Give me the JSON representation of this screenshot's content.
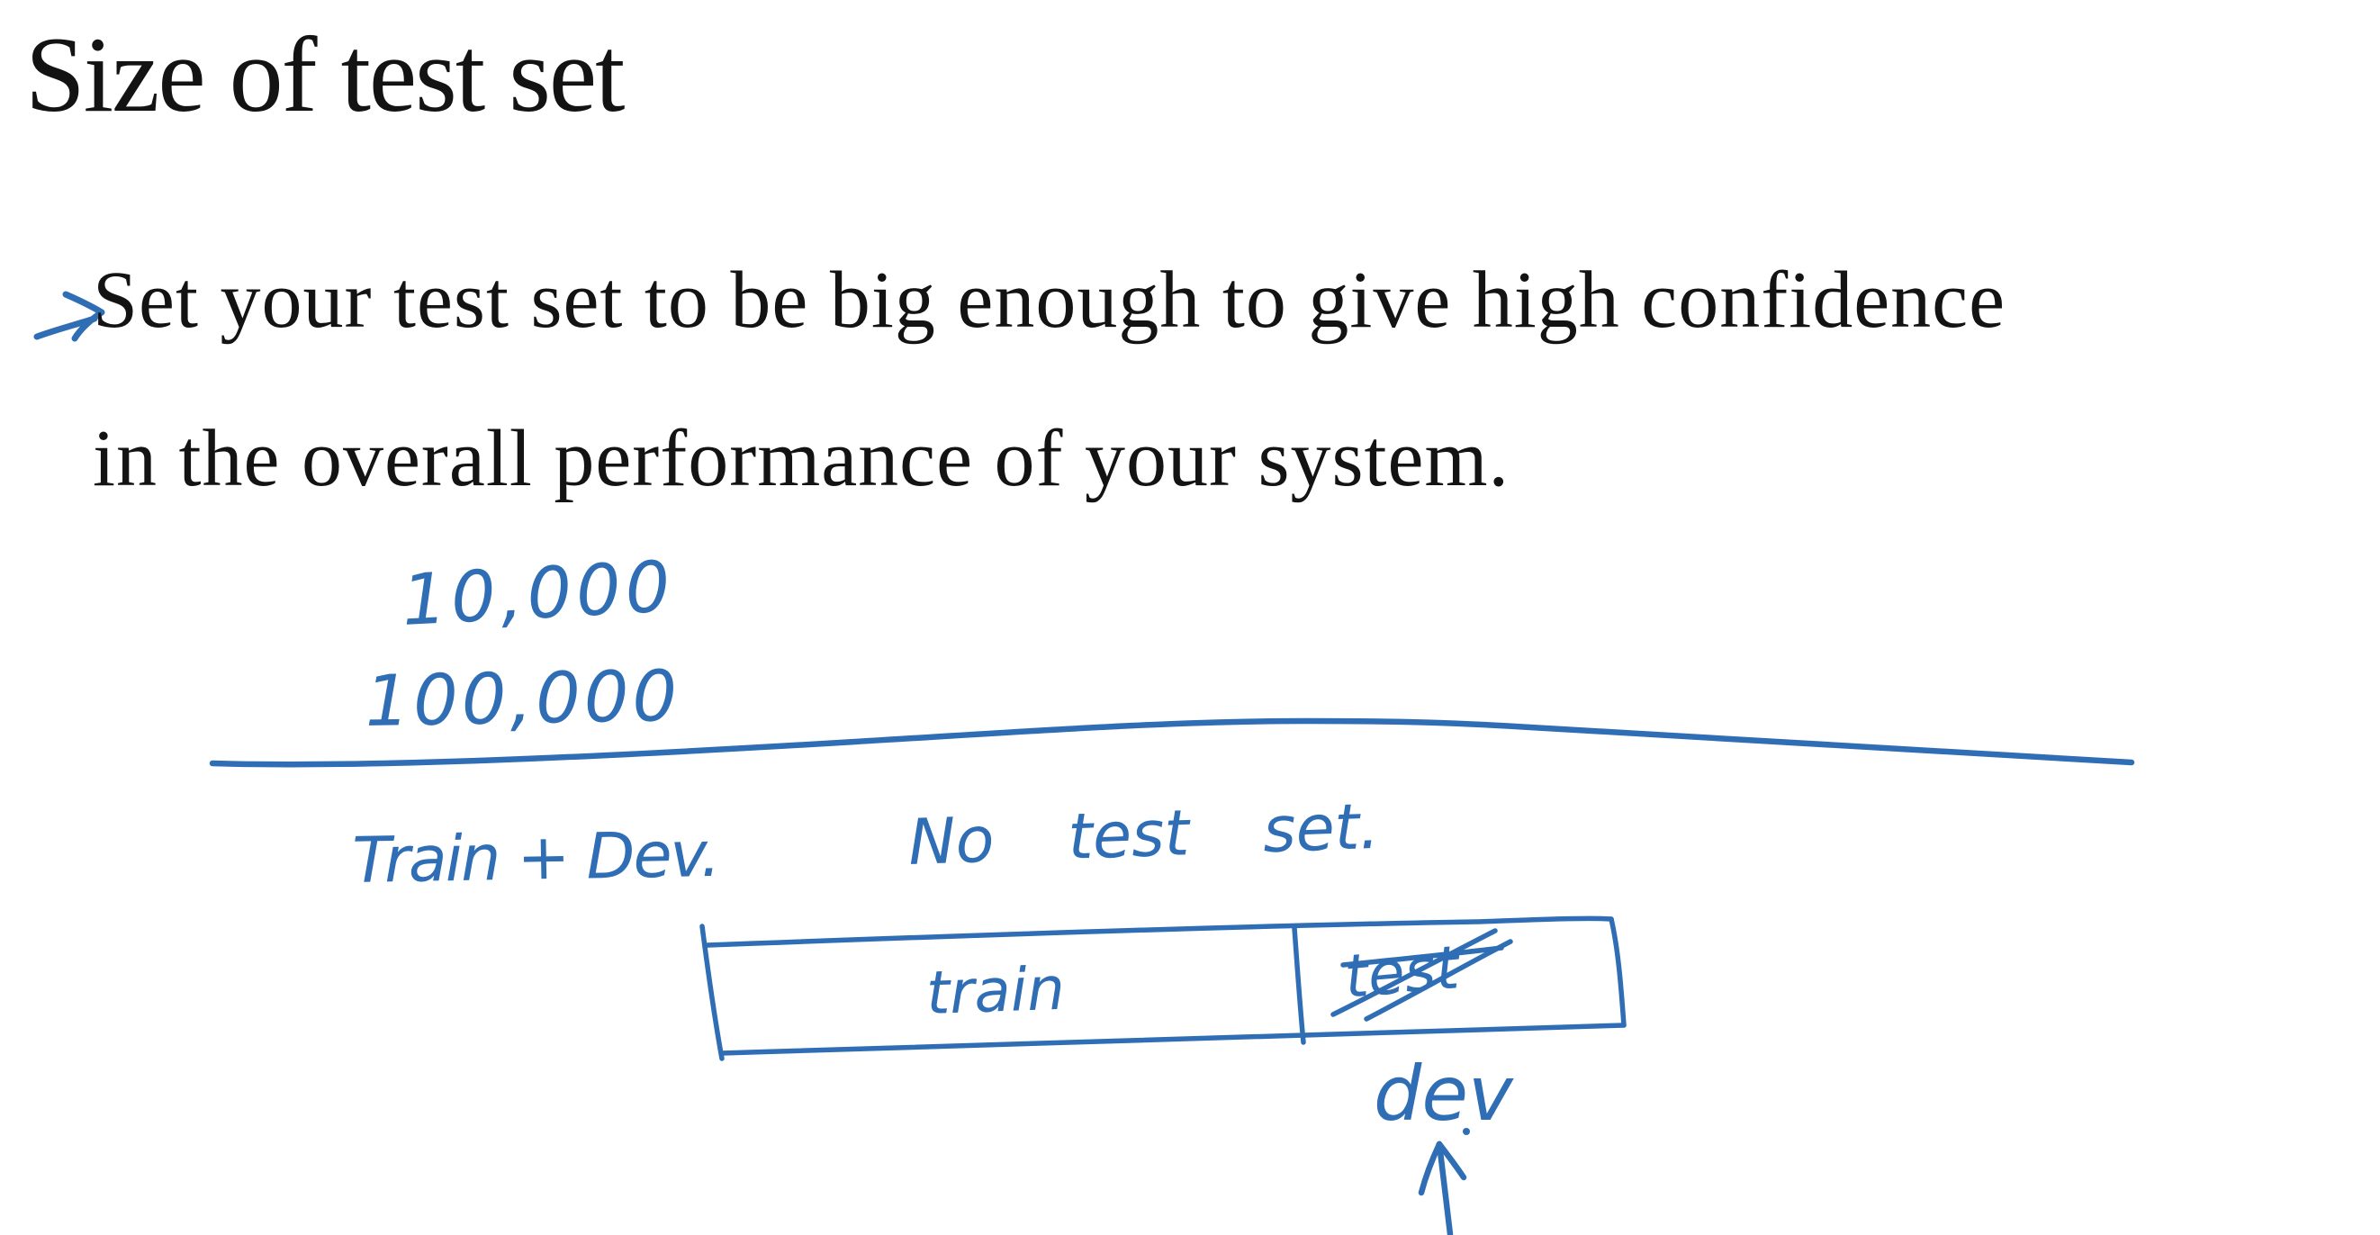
{
  "slide": {
    "title": "Size of test set",
    "bullet_lines": [
      "Set your test set to be big enough to give high confidence",
      "in the overall performance of your system."
    ]
  },
  "handwriting": {
    "example_size_1": "10,000",
    "example_size_2": "100,000",
    "split_left_label": "Train + Dev.",
    "split_right_label": "No test set.",
    "box_train_label": "train",
    "box_test_label": "test",
    "dev_label": "dev"
  },
  "icons": {
    "bullet_arrow": "hand-drawn-right-arrow",
    "dev_pointer": "hand-drawn-up-arrow",
    "test_strikethrough": "cross-out-strokes"
  },
  "colors": {
    "ink_blue": "#2f6db5",
    "text_black": "#131313",
    "background": "#ffffff"
  }
}
